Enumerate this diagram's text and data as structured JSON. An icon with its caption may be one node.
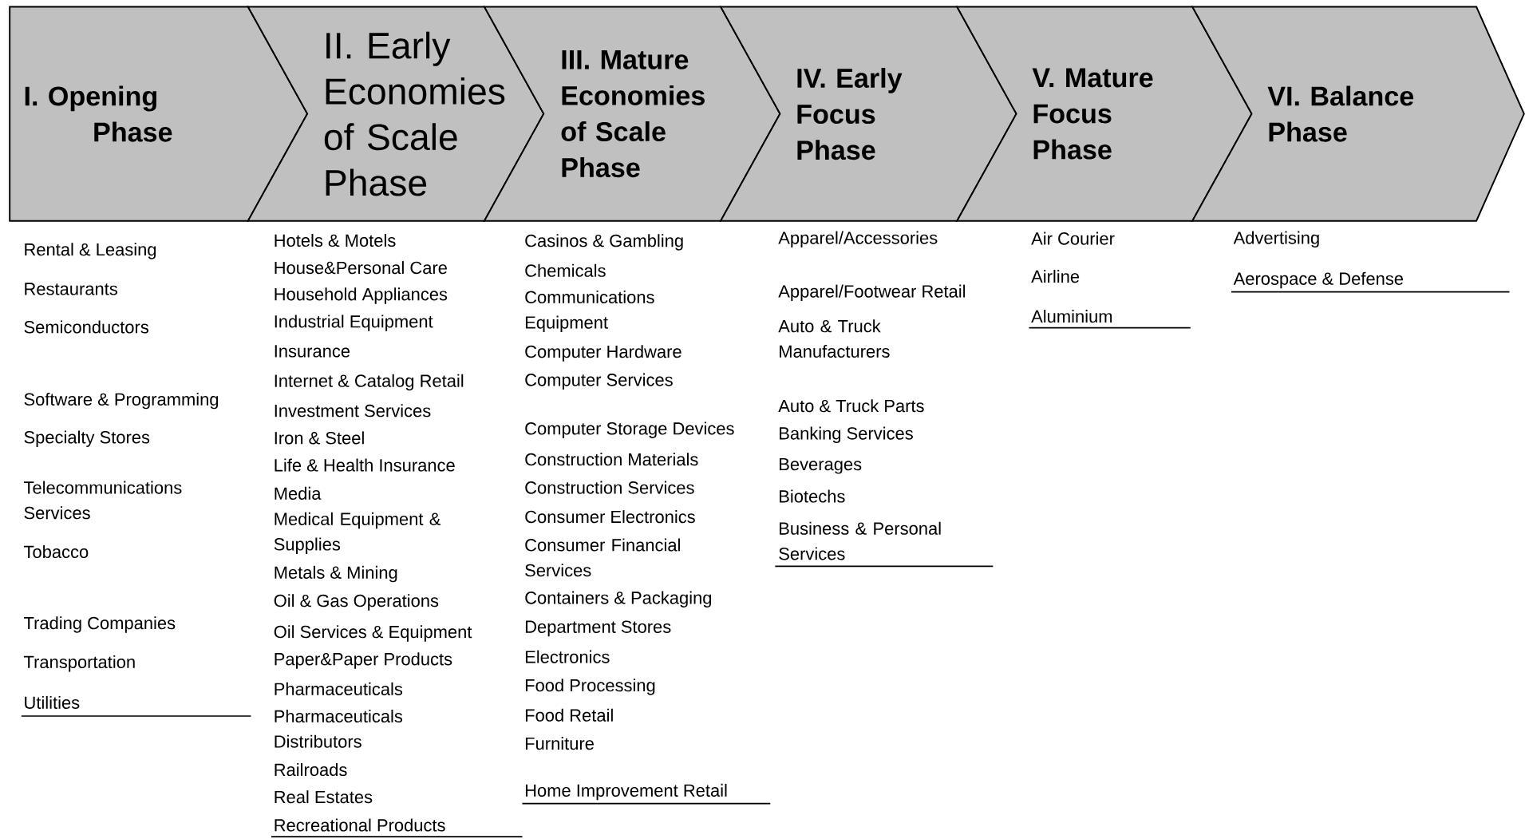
{
  "diagram": {
    "nodes": [
      {
        "text": [
          "I. Opening Phase"
        ],
        "beside": [
          "Rental & Leasing",
          "Restaurants",
          "Semiconductors",
          "Software & Programming",
          "Specialty Stores",
          "Telecommunications Services",
          "Tobacco",
          "Trading Companies",
          "Transportation",
          "Utilities"
        ]
      },
      {
        "text": [
          "II. Early Economies of Scale Phase"
        ],
        "beside": [
          "Hotels & Motels",
          "House&Personal Care",
          "Household Appliances",
          "Industrial Equipment",
          "Insurance",
          "Internet & Catalog Retail",
          "Investment Services",
          "Iron & Steel",
          "Life & Health Insurance",
          "Media",
          "Medical Equipment & Supplies",
          "Metals & Mining",
          "Oil & Gas Operations",
          "Oil Services & Equipment",
          "Paper&Paper Products",
          "Pharmaceuticals",
          "Pharmaceuticals Distributors",
          "Railroads",
          "Real Estates",
          "Recreational Products"
        ]
      },
      {
        "text": [
          "III. Mature Economies of Scale Phase"
        ],
        "beside": [
          "Casinos & Gambling",
          "Chemicals",
          "Communications Equipment",
          "Computer Hardware",
          "Computer Services",
          "Computer Storage Devices",
          "Construction Materials",
          "Construction Services",
          "Consumer Electronics",
          "Consumer Financial Services",
          "Containers & Packaging",
          "Department Stores",
          "Electronics",
          "Food Processing",
          "Food Retail",
          "Furniture",
          "Home Improvement Retail"
        ]
      },
      {
        "text": [
          "IV. Early Focus Phase"
        ],
        "beside": [
          "Apparel/Accessories",
          "Apparel/Footwear Retail",
          "Auto & Truck Manufacturers",
          "Auto & Truck Parts",
          "Banking Services",
          "Beverages",
          "Biotechs",
          "Business & Personal Services"
        ]
      },
      {
        "text": [
          "V. Mature Focus Phase"
        ],
        "beside": [
          "Air Courier",
          "Airline",
          "Aluminium"
        ]
      },
      {
        "text": [
          "VI. Balance Phase"
        ],
        "beside": [
          "Advertising",
          "Aerospace & Defense"
        ]
      }
    ]
  }
}
